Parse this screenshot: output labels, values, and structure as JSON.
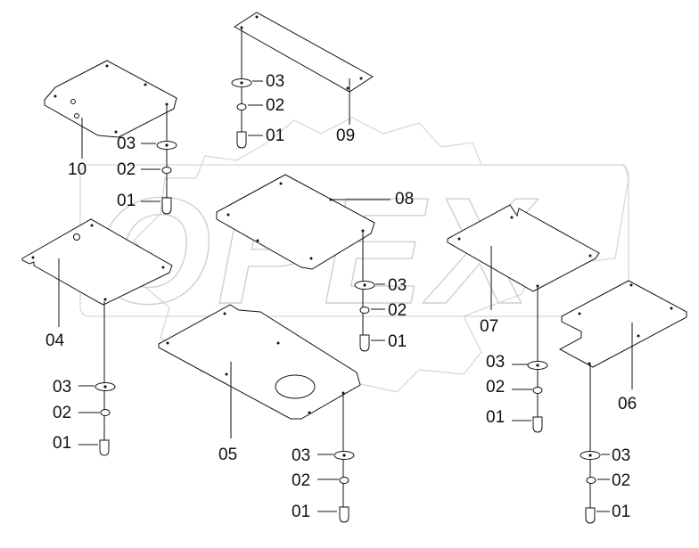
{
  "watermark": {
    "text": "OPEX"
  },
  "labels": {
    "l01a": "01",
    "l02a": "02",
    "l03a": "03",
    "l01b": "01",
    "l02b": "02",
    "l03b": "03",
    "l01c": "01",
    "l02c": "02",
    "l03c": "03",
    "l01d": "01",
    "l02d": "02",
    "l03d": "03",
    "l01e": "01",
    "l02e": "02",
    "l03e": "03",
    "l01f": "01",
    "l02f": "02",
    "l03f": "03",
    "l01g": "01",
    "l02g": "02",
    "l03g": "03",
    "p04": "04",
    "p05": "05",
    "p06": "06",
    "p07": "07",
    "p08": "08",
    "p09": "09",
    "p10": "10"
  }
}
